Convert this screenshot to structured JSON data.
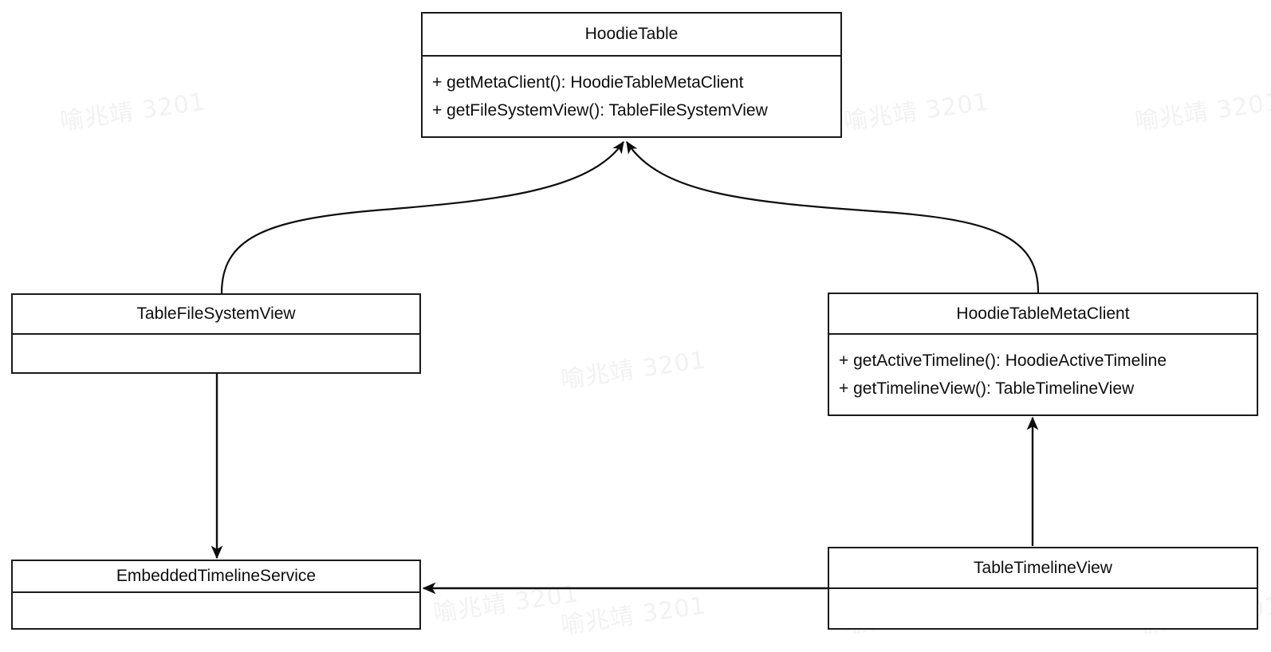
{
  "diagram": {
    "kind": "uml-class-diagram",
    "background_color": "#ffffff",
    "line_color": "#1a1a1a",
    "text_color": "#0d0d0d",
    "watermark": {
      "text": "喻兆靖 3201",
      "color": "#f2f2f2"
    },
    "classes": [
      {
        "id": "hoodie-table",
        "name": "HoodieTable",
        "members": [
          "+ getMetaClient(): HoodieTableMetaClient",
          "+ getFileSystemView(): TableFileSystemView"
        ]
      },
      {
        "id": "table-file-system-view",
        "name": "TableFileSystemView",
        "members": []
      },
      {
        "id": "hoodie-table-meta-client",
        "name": "HoodieTableMetaClient",
        "members": [
          "+ getActiveTimeline(): HoodieActiveTimeline",
          "+ getTimelineView(): TableTimelineView"
        ]
      },
      {
        "id": "embedded-timeline-service",
        "name": "EmbeddedTimelineService",
        "members": []
      },
      {
        "id": "table-timeline-view",
        "name": "TableTimelineView",
        "members": []
      }
    ],
    "relationships": [
      {
        "from": "table-file-system-view",
        "to": "hoodie-table",
        "style": "curved",
        "arrow": "filled"
      },
      {
        "from": "hoodie-table-meta-client",
        "to": "hoodie-table",
        "style": "curved",
        "arrow": "filled"
      },
      {
        "from": "table-file-system-view",
        "to": "embedded-timeline-service",
        "style": "straight",
        "arrow": "filled"
      },
      {
        "from": "table-timeline-view",
        "to": "hoodie-table-meta-client",
        "style": "straight",
        "arrow": "filled"
      },
      {
        "from": "table-timeline-view",
        "to": "embedded-timeline-service",
        "style": "straight",
        "arrow": "filled"
      }
    ]
  }
}
